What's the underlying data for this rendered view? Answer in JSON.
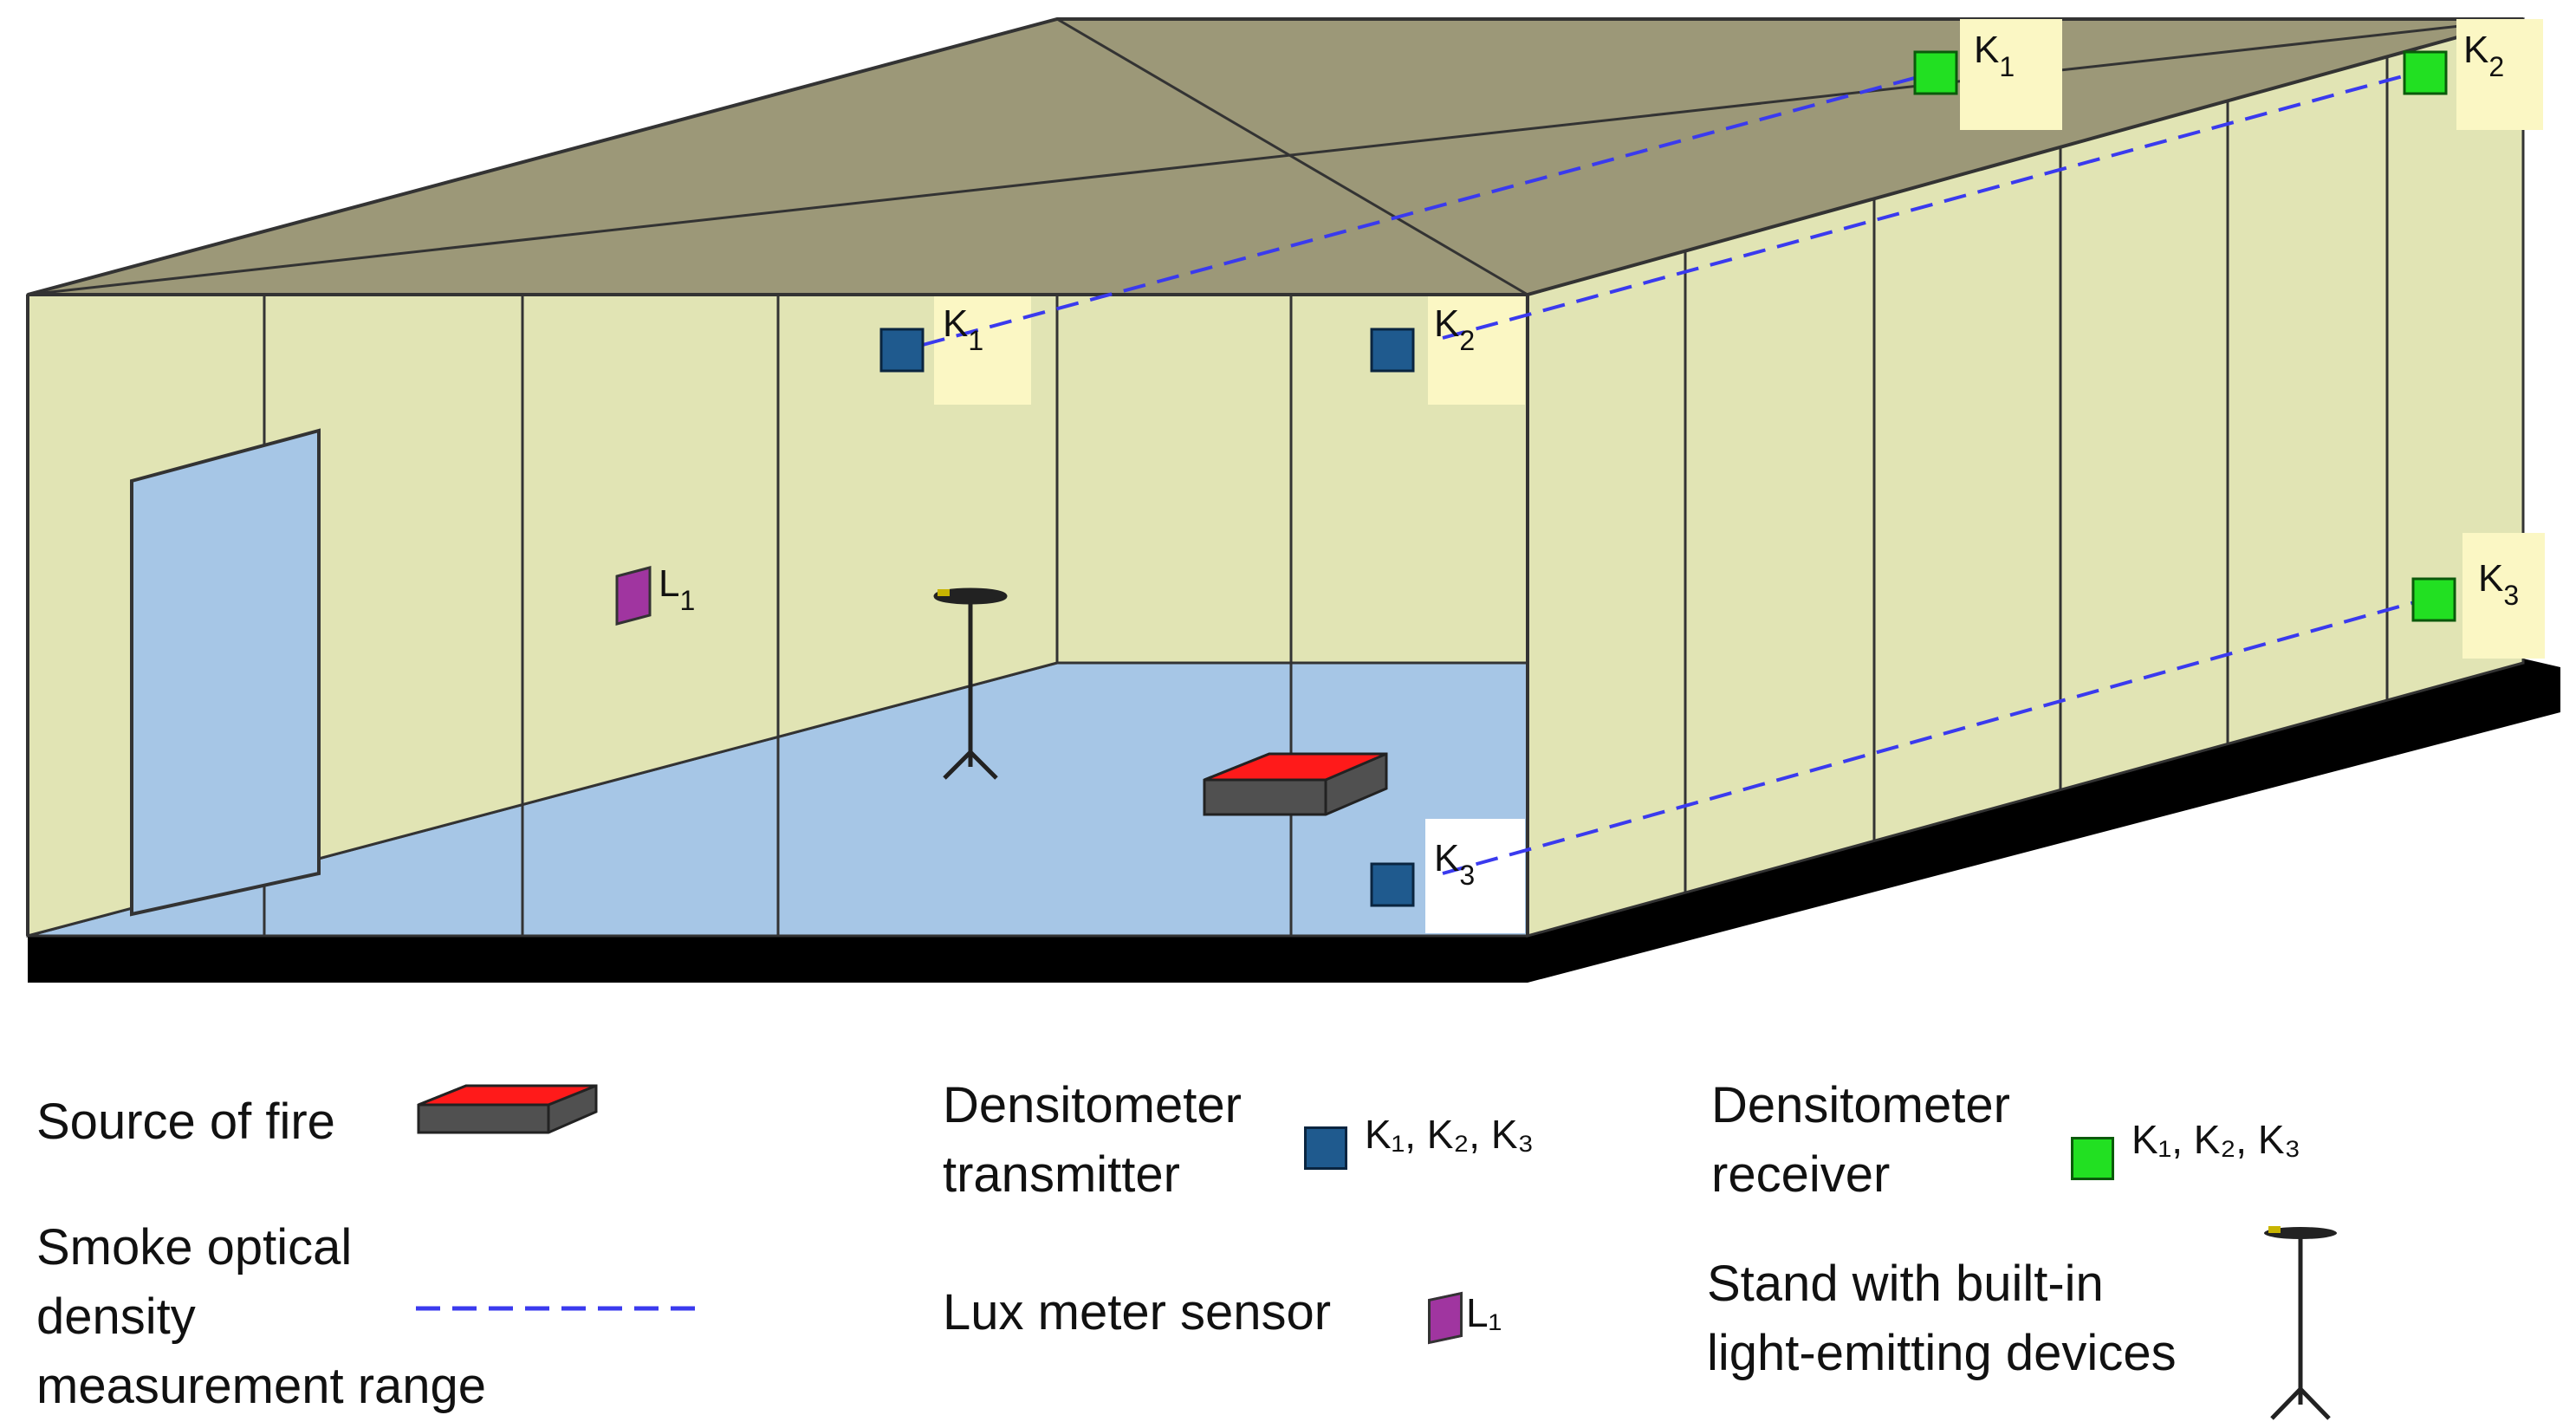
{
  "colors": {
    "ceiling": "#9c9878",
    "wall": "#e1e4b4",
    "floor": "#a6c6e6",
    "door": "#a6c6e6",
    "base": "#000000",
    "transmitter": "#1f5a8e",
    "receiver": "#22e022",
    "lux": "#a035a0",
    "fire_top": "#ff1a1a",
    "fire_side": "#505050",
    "beam": "#3a3aee",
    "tag_highlight": "#fbf7c4"
  },
  "scene": {
    "transmitters": [
      {
        "id": "K1",
        "letter": "K",
        "sub": "1"
      },
      {
        "id": "K2",
        "letter": "K",
        "sub": "2"
      },
      {
        "id": "K3",
        "letter": "K",
        "sub": "3"
      }
    ],
    "receivers": [
      {
        "id": "K1",
        "letter": "K",
        "sub": "1"
      },
      {
        "id": "K2",
        "letter": "K",
        "sub": "2"
      },
      {
        "id": "K3",
        "letter": "K",
        "sub": "3"
      }
    ],
    "lux_sensor": {
      "letter": "L",
      "sub": "1"
    }
  },
  "legend": {
    "fire": "Source of fire",
    "smoke_line1": "Smoke optical",
    "smoke_line2": "density",
    "smoke_line3": "measurement range",
    "transmitter_line1": "Densitometer",
    "transmitter_line2": "transmitter",
    "transmitter_ids": "K₁, K₂, K₃",
    "lux": "Lux meter sensor",
    "lux_id": "L₁",
    "receiver_line1": "Densitometer",
    "receiver_line2": "receiver",
    "receiver_ids": "K₁, K₂, K₃",
    "stand_line1": "Stand with built-in",
    "stand_line2": "light-emitting devices"
  },
  "icons": {
    "fire": "fire-tray-icon",
    "beam": "dashed-beam-icon",
    "transmitter": "blue-square-icon",
    "receiver": "green-square-icon",
    "lux": "purple-square-icon",
    "stand": "tripod-stand-icon"
  }
}
